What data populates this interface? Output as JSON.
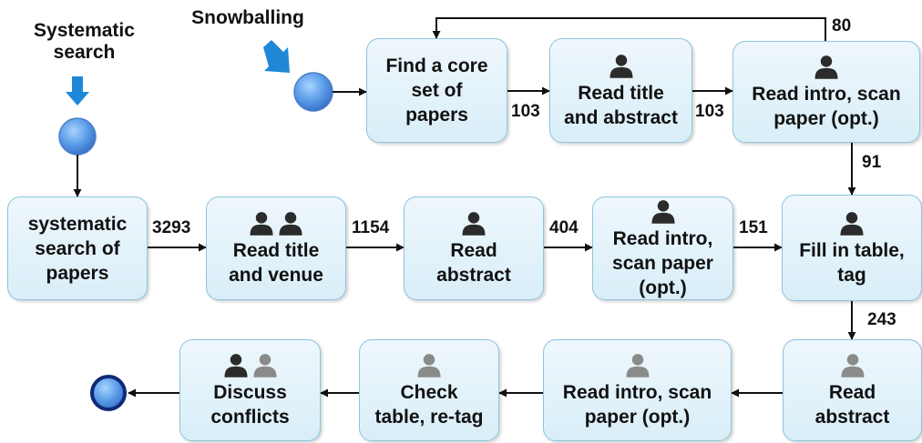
{
  "sources": {
    "systematic": "Systematic\nsearch",
    "snowballing": "Snowballing"
  },
  "steps": {
    "find_core": "Find a core\nset of\npapers",
    "snow_read_title_abstract": "Read title\nand abstract",
    "snow_read_intro": "Read intro, scan\npaper (opt.)",
    "systematic_search": "systematic\nsearch of\npapers",
    "read_title_venue": "Read title\nand venue",
    "read_abstract_1": "Read\nabstract",
    "read_intro_1": "Read intro,\nscan paper\n(opt.)",
    "fill_table": "Fill in table,\ntag",
    "read_abstract_2": "Read\nabstract",
    "read_intro_2": "Read intro, scan\npaper (opt.)",
    "check_table": "Check\ntable, re-tag",
    "discuss": "Discuss\nconflicts"
  },
  "counts": {
    "snow_loop_back": "80",
    "core_to_title": "103",
    "title_to_intro": "103",
    "snow_to_fill": "91",
    "search_to_title_venue": "3293",
    "title_venue_to_abstract": "1154",
    "abstract_to_intro": "404",
    "intro_to_fill": "151",
    "fill_to_read_abstract": "243"
  },
  "colors": {
    "arrow": "#111111",
    "source_arrow": "#1e88d6",
    "reviewer_primary": "#2b2b2b",
    "reviewer_secondary": "#8a8a8a"
  },
  "icons": {
    "reviewer": "person-icon",
    "start": "start-event-circle",
    "end": "end-event-circle"
  }
}
